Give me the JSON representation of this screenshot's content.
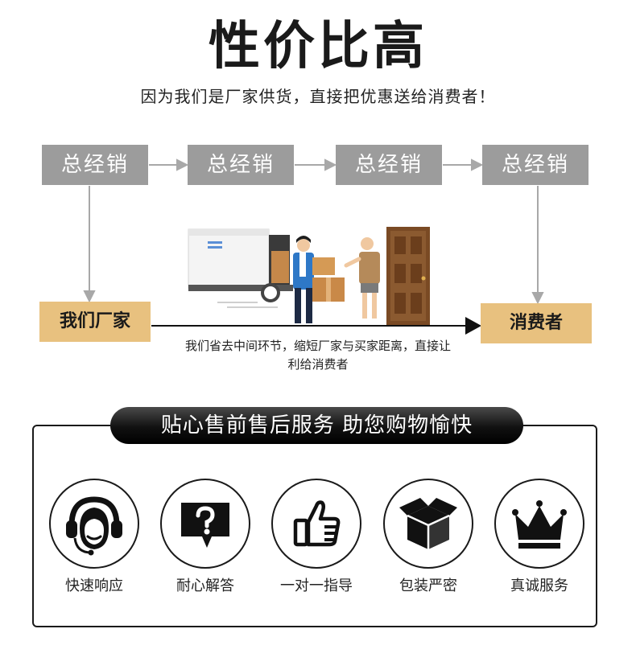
{
  "header": {
    "title": "性价比高",
    "subtitle": "因为我们是厂家供货，直接把优惠送给消费者！"
  },
  "flow": {
    "distributors": [
      "总经销",
      "总经销",
      "总经销",
      "总经销"
    ],
    "factory": "我们厂家",
    "consumer": "消费者",
    "caption_line1": "我们省去中间环节，缩短厂家与买家距离，直接让",
    "caption_line2": "利给消费者"
  },
  "services": {
    "banner": "贴心售前售后服务 助您购物愉快",
    "items": [
      {
        "label": "快速响应",
        "icon": "headset-icon"
      },
      {
        "label": "耐心解答",
        "icon": "question-bubble-icon"
      },
      {
        "label": "一对一指导",
        "icon": "thumbs-up-icon"
      },
      {
        "label": "包装严密",
        "icon": "package-box-icon"
      },
      {
        "label": "真诚服务",
        "icon": "crown-icon"
      }
    ]
  },
  "colors": {
    "distributor_box": "#9c9c9c",
    "end_box": "#e8c17f",
    "arrow_gray": "#a8a8a8",
    "dark": "#1a1a1a"
  }
}
